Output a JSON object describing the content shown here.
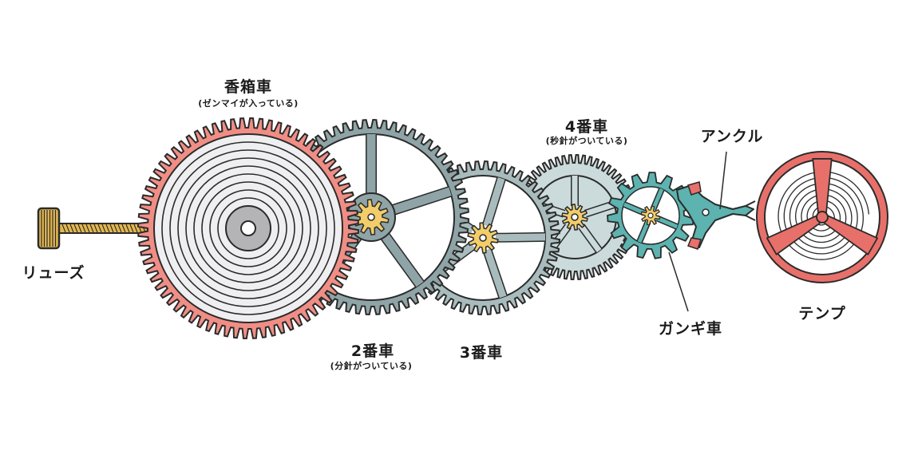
{
  "labels": {
    "barrel": {
      "name": "香箱車",
      "note": "(ゼンマイが入っている)"
    },
    "second_wheel": {
      "name": "2番車",
      "note": "(分針がついている)"
    },
    "third_wheel": {
      "name": "3番車"
    },
    "fourth_wheel": {
      "name": "4番車",
      "note": "(秒針がついている)"
    },
    "pallet_fork": {
      "name": "アンクル"
    },
    "escape_wheel": {
      "name": "ガンギ車"
    },
    "balance": {
      "name": "テンプ"
    },
    "crown": {
      "name": "リューズ"
    }
  },
  "colors": {
    "outline": "#2b2b2b",
    "barrel": "#f08e86",
    "barrel_spring_bg": "#efeef0",
    "barrel_arbor": "#b4b3b6",
    "second_wheel": "#8fa4a6",
    "third_wheel": "#a9bcbd",
    "fourth_wheel": "#cbdadb",
    "escapement": "#5cb3b0",
    "pinion": "#f3cd6a",
    "crown": "#e3b74f",
    "balance_rim": "#e8706a"
  }
}
